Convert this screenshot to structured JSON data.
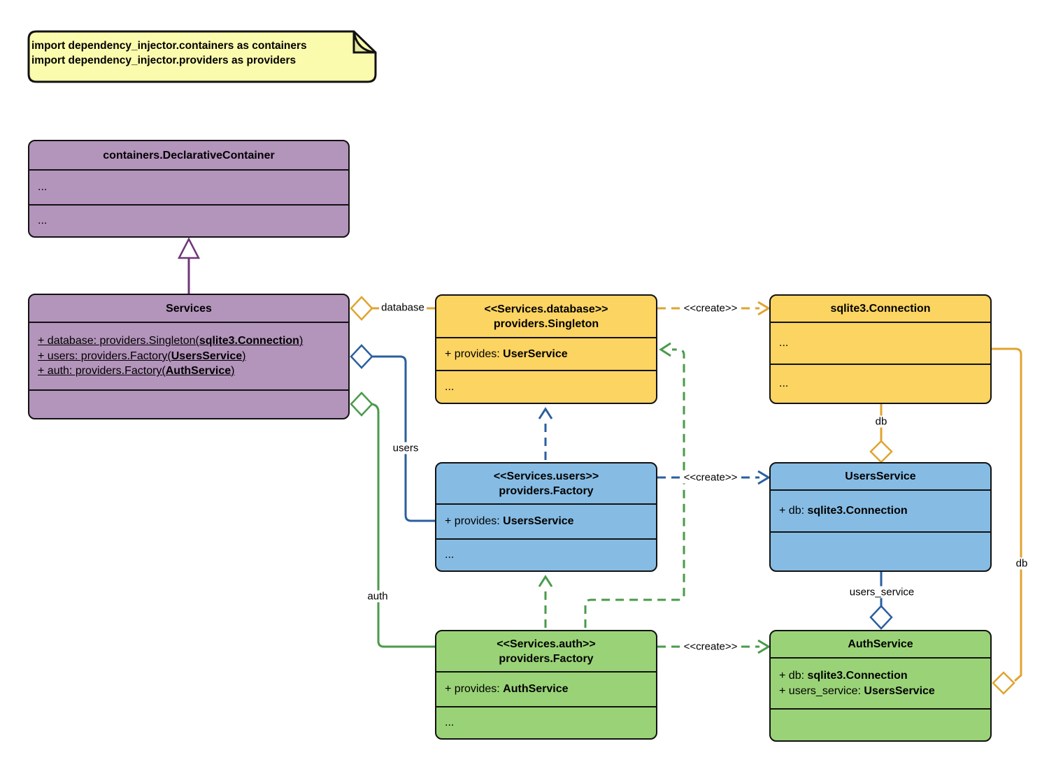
{
  "note": {
    "lines": [
      "import dependency_injector.containers as containers",
      "import dependency_injector.providers as providers"
    ]
  },
  "classes": {
    "declarative_container": {
      "title": "containers.DeclarativeContainer",
      "row1": "...",
      "row2": "..."
    },
    "services": {
      "title": "Services",
      "attrs": [
        {
          "pre": "+ database: providers.Singleton(",
          "bold": "sqlite3.Connection",
          "post": ")"
        },
        {
          "pre": "+ users: providers.Factory(",
          "bold": "UsersService",
          "post": ")"
        },
        {
          "pre": "+ auth: providers.Factory(",
          "bold": "AuthService",
          "post": ")"
        }
      ]
    },
    "singleton_database": {
      "stereotype": "<<Services.database>>",
      "name": "providers.Singleton",
      "attr": {
        "pre": "+ provides: ",
        "bold": "UserService",
        "post": ""
      },
      "row2": "..."
    },
    "sqlite_connection": {
      "title": "sqlite3.Connection",
      "row1": "...",
      "row2": "..."
    },
    "factory_users": {
      "stereotype": "<<Services.users>>",
      "name": "providers.Factory",
      "attr": {
        "pre": "+ provides: ",
        "bold": "UsersService",
        "post": ""
      },
      "row2": "..."
    },
    "users_service": {
      "title": "UsersService",
      "attr": {
        "pre": "+ db: ",
        "bold": "sqlite3.Connection",
        "post": ""
      }
    },
    "factory_auth": {
      "stereotype": "<<Services.auth>>",
      "name": "providers.Factory",
      "attr": {
        "pre": "+ provides: ",
        "bold": "AuthService",
        "post": ""
      },
      "row2": "..."
    },
    "auth_service": {
      "title": "AuthService",
      "attrs": [
        {
          "pre": "+ db: ",
          "bold": "sqlite3.Connection",
          "post": ""
        },
        {
          "pre": "+ users_service: ",
          "bold": "UsersService",
          "post": ""
        }
      ]
    }
  },
  "edge_labels": {
    "database": "database",
    "users": "users",
    "auth": "auth",
    "create": "<<create>>",
    "db": "db",
    "users_service": "users_service"
  },
  "colors": {
    "purple_fill": "#B394BB",
    "purple_line": "#71367A",
    "yellow_fill": "#FCD462",
    "yellow_line": "#DFA430",
    "blue_fill": "#86BCE4",
    "blue_line": "#2A5F9E",
    "green_fill": "#9AD377",
    "green_line": "#4A9A4A",
    "note_fill": "#FBFBAE",
    "border": "#121212"
  }
}
